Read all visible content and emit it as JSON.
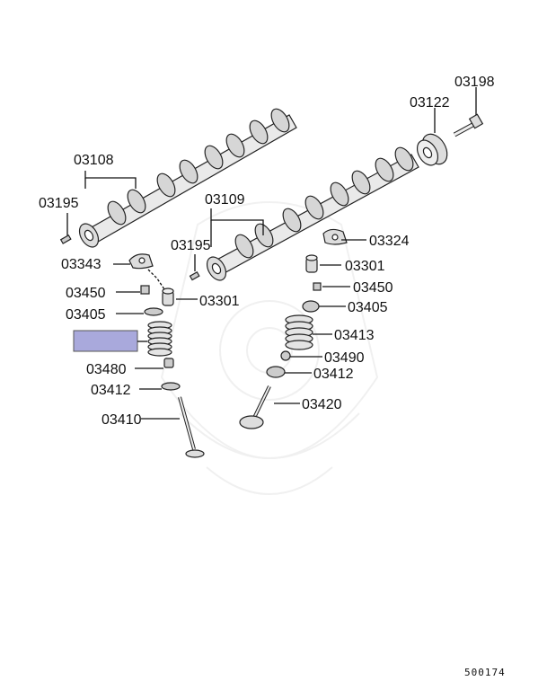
{
  "labels": {
    "p03198": "03198",
    "p03122": "03122",
    "p03108": "03108",
    "p03109": "03109",
    "p03195a": "03195",
    "p03195b": "03195",
    "p03324": "03324",
    "p03343": "03343",
    "p03301a": "03301",
    "p03301b": "03301",
    "p03450a": "03450",
    "p03450b": "03450",
    "p03405a": "03405",
    "p03405b": "03405",
    "p03413": "03413",
    "p03490": "03490",
    "p03480": "03480",
    "p03412a": "03412",
    "p03412b": "03412",
    "p03410": "03410",
    "p03420": "03420"
  },
  "diagram_ref": "500174",
  "highlight_color": "#a9a9dc"
}
